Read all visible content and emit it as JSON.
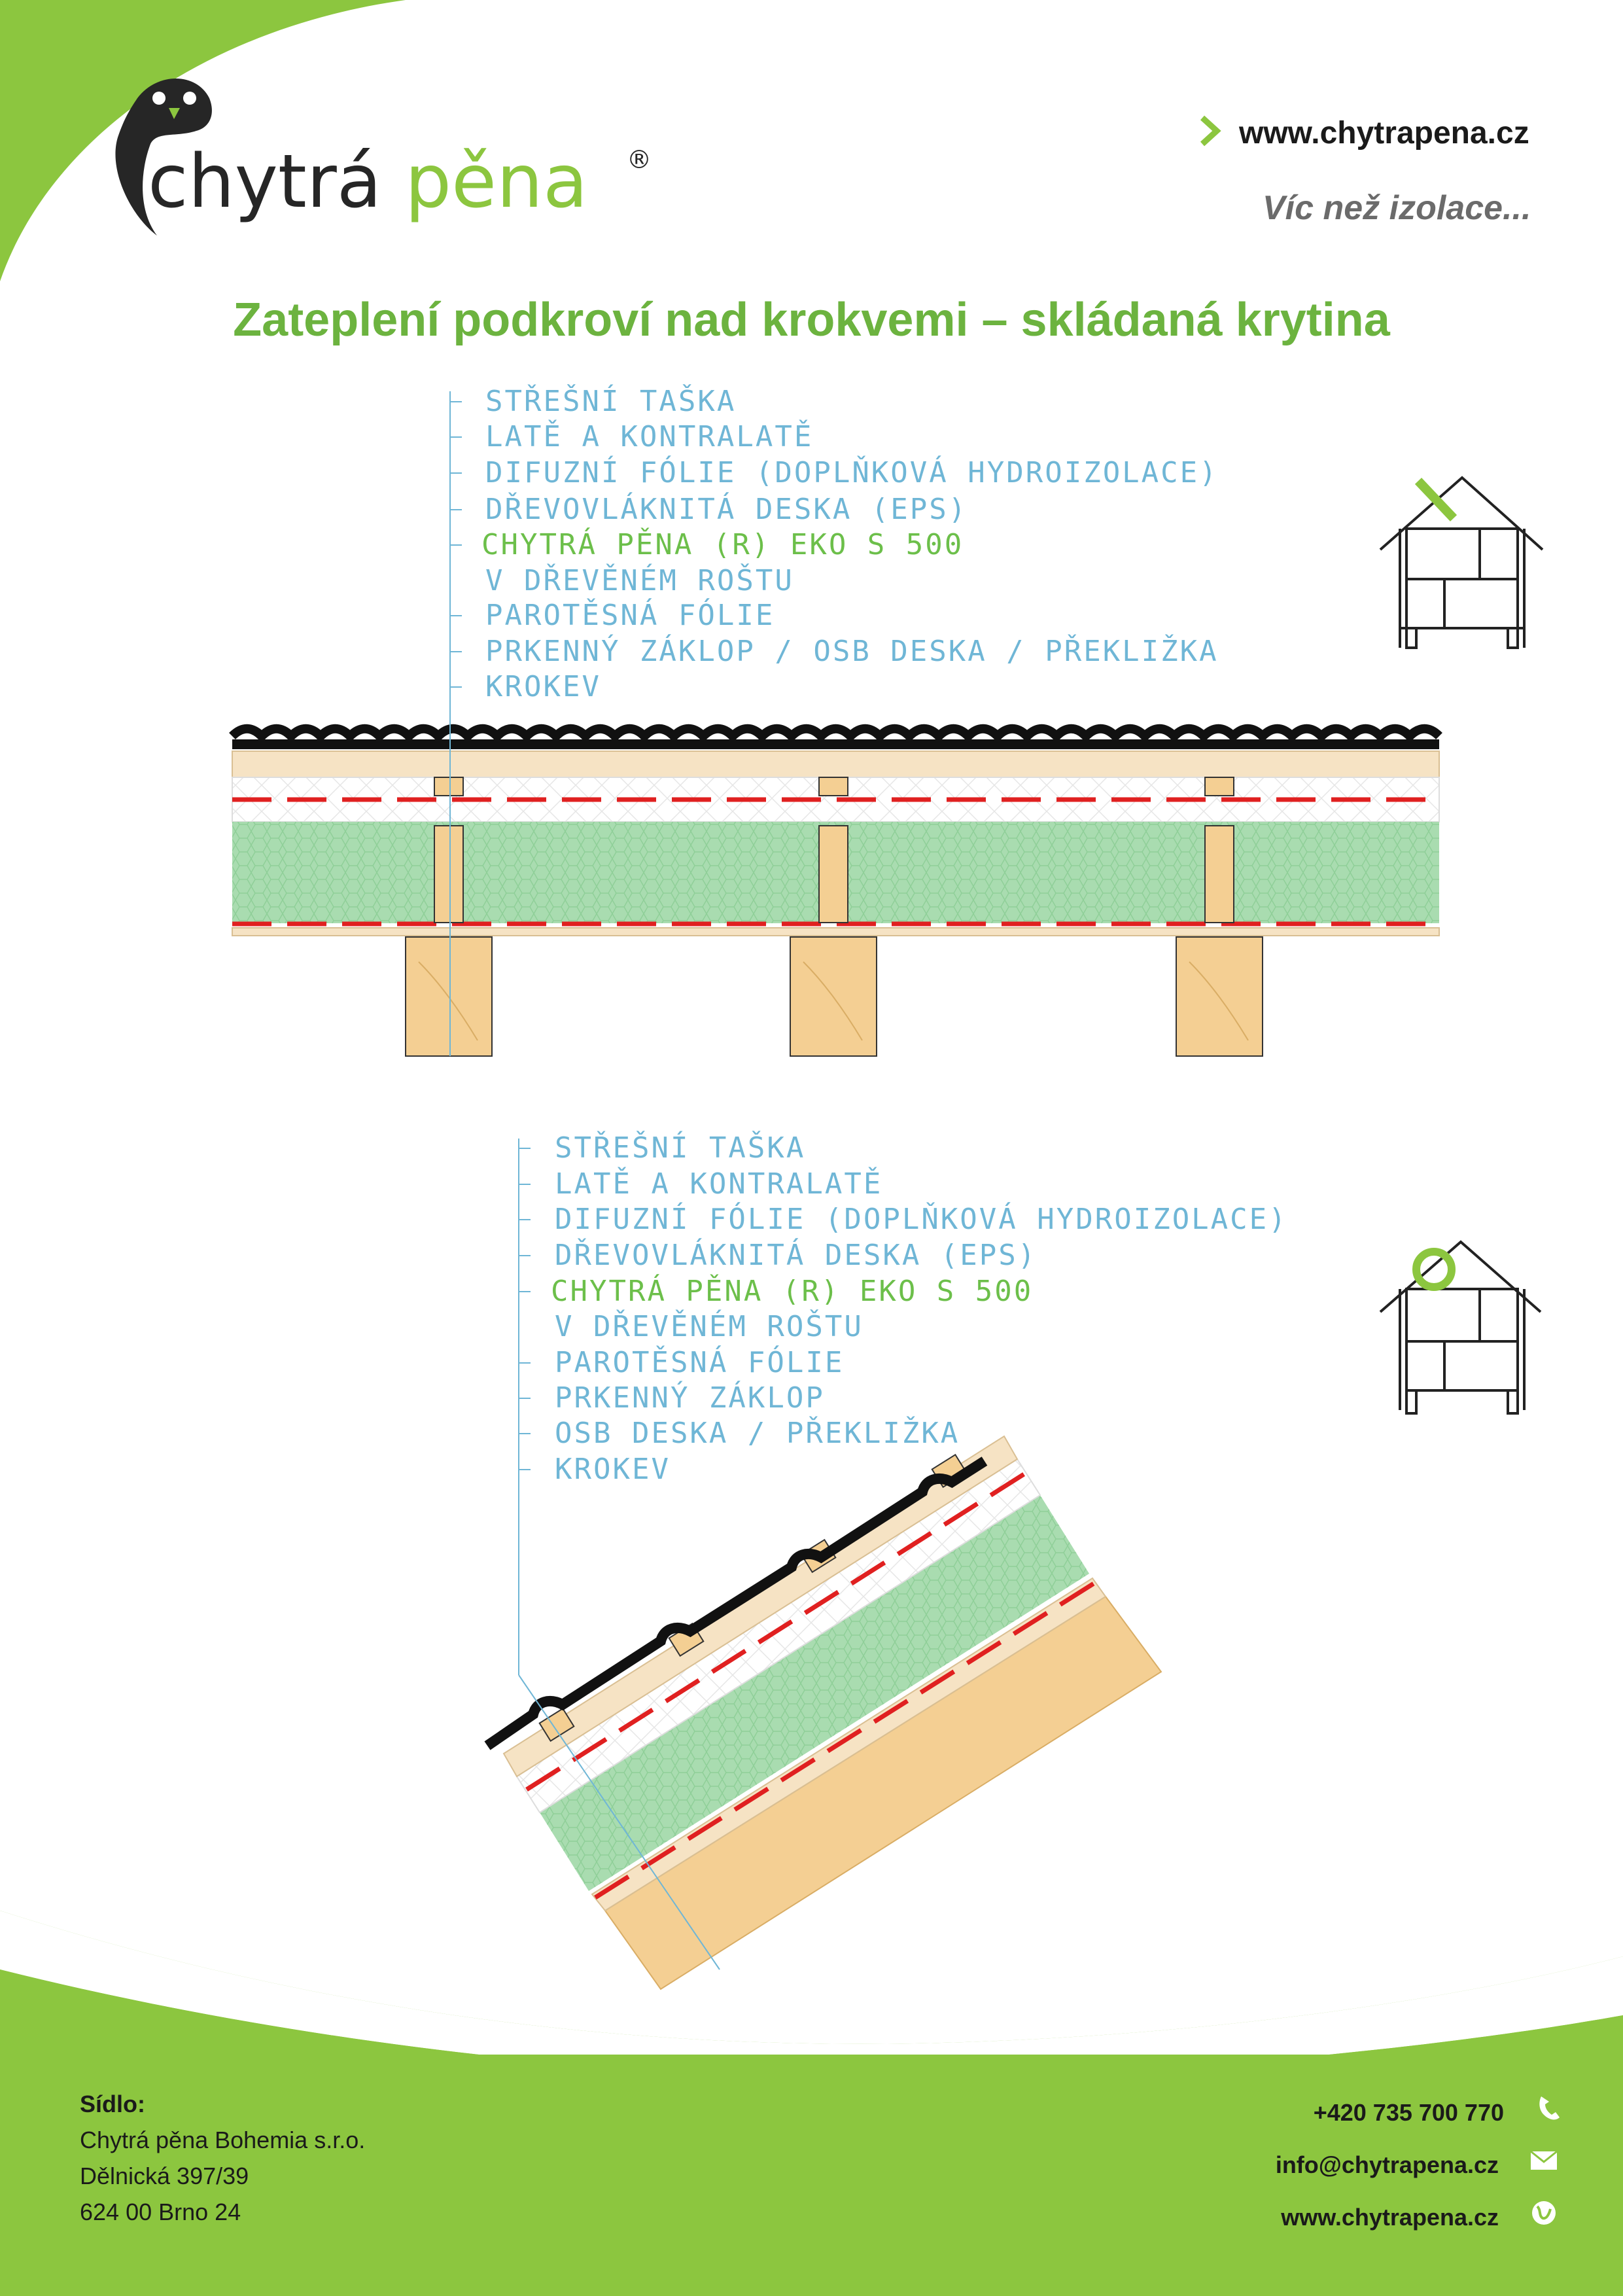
{
  "header": {
    "logo_word1": "chytrá ",
    "logo_word2": "pěna",
    "registered": "®",
    "website": "www.chytrapena.cz",
    "slogan": "Víc než izolace..."
  },
  "title": "Zateplení podkroví nad krokvemi – skládaná krytina",
  "diagram1": {
    "labels": [
      "STŘEŠNÍ TAŠKA",
      "LATĚ A KONTRALATĚ",
      "DIFUZNÍ FÓLIE (DOPLŇKOVÁ HYDROIZOLACE)",
      "DŘEVOVLÁKNITÁ DESKA (EPS)",
      "CHYTRÁ PĚNA (R) EKO S 500",
      "V DŘEVĚNÉM ROŠTU",
      "PAROTĚSNÁ FÓLIE",
      "PRKENNÝ ZÁKLOP / OSB DESKA / PŘEKLIŽKA",
      "KROKEV"
    ]
  },
  "diagram2": {
    "labels": [
      "STŘEŠNÍ TAŠKA",
      "LATĚ A KONTRALATĚ",
      "DIFUZNÍ FÓLIE (DOPLŇKOVÁ HYDROIZOLACE)",
      "DŘEVOVLÁKNITÁ DESKA (EPS)",
      "CHYTRÁ PĚNA (R) EKO S 500",
      "V DŘEVĚNÉM ROŠTU",
      "PAROTĚSNÁ FÓLIE",
      "PRKENNÝ ZÁKLOP",
      "OSB DESKA / PŘEKLIŽKA",
      "KROKEV"
    ]
  },
  "colors": {
    "brand_green": "#8cc63f",
    "title_green": "#6cb33f",
    "label_blue": "#6fb6d6",
    "foam_green": "#a9dcb0",
    "timber": "#f4cf93",
    "membrane_red": "#e02020"
  },
  "footer": {
    "hq_label": "Sídlo:",
    "company": "Chytrá pěna Bohemia s.r.o.",
    "street": "Dělnická 397/39",
    "city": "624 00 Brno 24",
    "phone": "+420 735 700 770",
    "email": "info@chytrapena.cz",
    "web": "www.chytrapena.cz",
    "icons": [
      "phone-icon",
      "envelope-icon",
      "globe-icon"
    ]
  }
}
